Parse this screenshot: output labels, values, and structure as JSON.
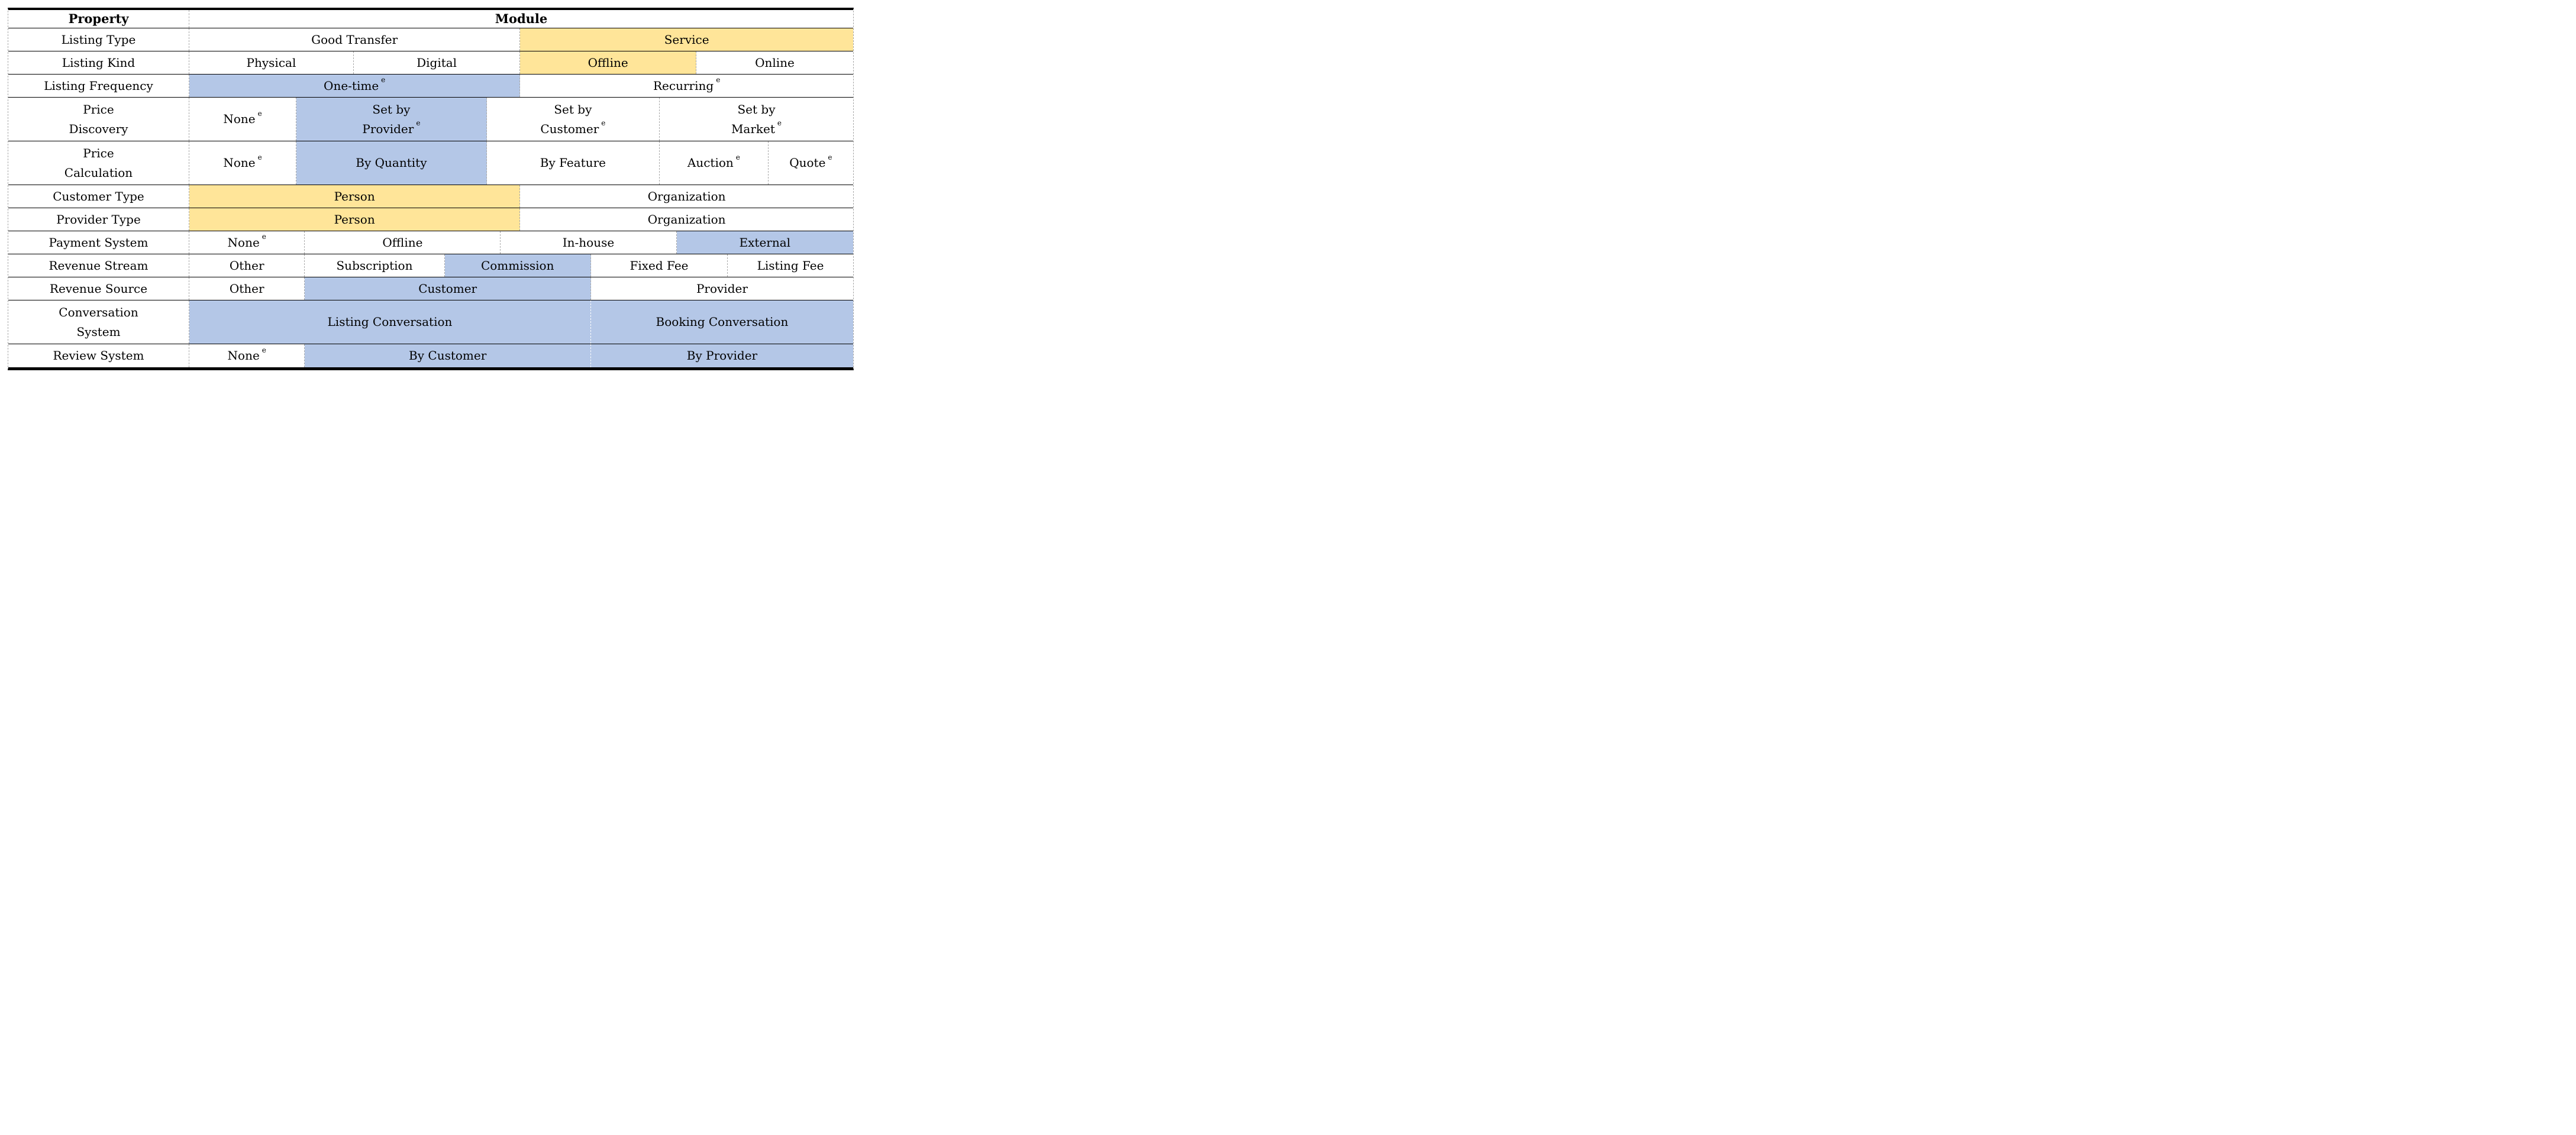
{
  "colors": {
    "blue": "#B4C7E7",
    "yellow": "#FFE599",
    "grid_line": "#000000",
    "dash_gray": "#a8a8a8",
    "dash_on_tint": "#ffffff"
  },
  "table": {
    "header": {
      "property_label": "Property",
      "module_label": "Module"
    },
    "rows": [
      {
        "property": {
          "lines": [
            {
              "text": "Listing Type"
            }
          ]
        },
        "cells": [
          {
            "lines": [
              {
                "text": "Good Transfer"
              }
            ],
            "bg": "white",
            "w": 0.4985
          },
          {
            "lines": [
              {
                "text": "Service"
              }
            ],
            "bg": "yellow",
            "w": 0.5015
          }
        ]
      },
      {
        "property": {
          "lines": [
            {
              "text": "Listing Kind"
            }
          ]
        },
        "cells": [
          {
            "lines": [
              {
                "text": "Physical"
              }
            ],
            "bg": "white",
            "w": 0.2477
          },
          {
            "lines": [
              {
                "text": "Digital"
              }
            ],
            "bg": "white",
            "w": 0.2508
          },
          {
            "lines": [
              {
                "text": "Offline"
              }
            ],
            "bg": "yellow",
            "w": 0.2653
          },
          {
            "lines": [
              {
                "text": "Online"
              }
            ],
            "bg": "white",
            "w": 0.2362
          }
        ]
      },
      {
        "property": {
          "lines": [
            {
              "text": "Listing Frequency"
            }
          ]
        },
        "cells": [
          {
            "lines": [
              {
                "text": "One-time",
                "sup": "e"
              }
            ],
            "bg": "blue",
            "w": 0.4985
          },
          {
            "lines": [
              {
                "text": "Recurring",
                "sup": "e"
              }
            ],
            "bg": "white",
            "w": 0.5015
          }
        ]
      },
      {
        "property": {
          "lines": [
            {
              "text": "Price"
            },
            {
              "text": "Discovery"
            }
          ]
        },
        "cells": [
          {
            "lines": [
              {
                "text": "None",
                "sup": "e"
              }
            ],
            "bg": "white",
            "w": 0.1614
          },
          {
            "lines": [
              {
                "text": "Set by"
              },
              {
                "text": "Provider",
                "sup": "e"
              }
            ],
            "bg": "blue",
            "w": 0.2867
          },
          {
            "lines": [
              {
                "text": "Set by"
              },
              {
                "text": "Customer",
                "sup": "e"
              }
            ],
            "bg": "white",
            "w": 0.2605
          },
          {
            "lines": [
              {
                "text": "Set by"
              },
              {
                "text": "Market",
                "sup": "e"
              }
            ],
            "bg": "white",
            "w": 0.2914
          }
        ]
      },
      {
        "property": {
          "lines": [
            {
              "text": "Price"
            },
            {
              "text": "Calculation"
            }
          ]
        },
        "cells": [
          {
            "lines": [
              {
                "text": "None",
                "sup": "e"
              }
            ],
            "bg": "white",
            "w": 0.1614
          },
          {
            "lines": [
              {
                "text": "By Quantity"
              }
            ],
            "bg": "blue",
            "w": 0.2867
          },
          {
            "lines": [
              {
                "text": "By Feature"
              }
            ],
            "bg": "white",
            "w": 0.2605
          },
          {
            "lines": [
              {
                "text": "Auction",
                "sup": "e"
              }
            ],
            "bg": "white",
            "w": 0.1638
          },
          {
            "lines": [
              {
                "text": "Quote",
                "sup": "e"
              }
            ],
            "bg": "white",
            "w": 0.1276
          }
        ]
      },
      {
        "property": {
          "lines": [
            {
              "text": "Customer Type"
            }
          ]
        },
        "cells": [
          {
            "lines": [
              {
                "text": "Person"
              }
            ],
            "bg": "yellow",
            "w": 0.4985
          },
          {
            "lines": [
              {
                "text": "Organization"
              }
            ],
            "bg": "white",
            "w": 0.5015
          }
        ]
      },
      {
        "property": {
          "lines": [
            {
              "text": "Provider Type"
            }
          ]
        },
        "cells": [
          {
            "lines": [
              {
                "text": "Person"
              }
            ],
            "bg": "yellow",
            "w": 0.4985
          },
          {
            "lines": [
              {
                "text": "Organization"
              }
            ],
            "bg": "white",
            "w": 0.5015
          }
        ]
      },
      {
        "property": {
          "lines": [
            {
              "text": "Payment System"
            }
          ]
        },
        "cells": [
          {
            "lines": [
              {
                "text": "None",
                "sup": "e"
              }
            ],
            "bg": "white",
            "w": 0.1742
          },
          {
            "lines": [
              {
                "text": "Offline"
              }
            ],
            "bg": "white",
            "w": 0.2949
          },
          {
            "lines": [
              {
                "text": "In-house"
              }
            ],
            "bg": "white",
            "w": 0.265
          },
          {
            "lines": [
              {
                "text": "External"
              }
            ],
            "bg": "blue",
            "w": 0.2659
          }
        ]
      },
      {
        "property": {
          "lines": [
            {
              "text": "Revenue Stream"
            }
          ]
        },
        "cells": [
          {
            "lines": [
              {
                "text": "Other"
              }
            ],
            "bg": "white",
            "w": 0.1742
          },
          {
            "lines": [
              {
                "text": "Subscription"
              }
            ],
            "bg": "white",
            "w": 0.2104
          },
          {
            "lines": [
              {
                "text": "Commission"
              }
            ],
            "bg": "blue",
            "w": 0.2205
          },
          {
            "lines": [
              {
                "text": "Fixed Fee"
              }
            ],
            "bg": "white",
            "w": 0.2061
          },
          {
            "lines": [
              {
                "text": "Listing Fee"
              }
            ],
            "bg": "white",
            "w": 0.1888
          }
        ]
      },
      {
        "property": {
          "lines": [
            {
              "text": "Revenue Source"
            }
          ]
        },
        "cells": [
          {
            "lines": [
              {
                "text": "Other"
              }
            ],
            "bg": "white",
            "w": 0.1742
          },
          {
            "lines": [
              {
                "text": "Customer"
              }
            ],
            "bg": "blue",
            "w": 0.4309
          },
          {
            "lines": [
              {
                "text": "Provider"
              }
            ],
            "bg": "white",
            "w": 0.3949
          }
        ]
      },
      {
        "property": {
          "lines": [
            {
              "text": "Conversation"
            },
            {
              "text": "System"
            }
          ]
        },
        "cells": [
          {
            "lines": [
              {
                "text": "Listing Conversation"
              }
            ],
            "bg": "blue",
            "w": 0.6051
          },
          {
            "lines": [
              {
                "text": "Booking Conversation"
              }
            ],
            "bg": "blue",
            "w": 0.3949
          }
        ]
      },
      {
        "property": {
          "lines": [
            {
              "text": "Review System"
            }
          ]
        },
        "cells": [
          {
            "lines": [
              {
                "text": "None",
                "sup": "e"
              }
            ],
            "bg": "white",
            "w": 0.1742
          },
          {
            "lines": [
              {
                "text": "By Customer"
              }
            ],
            "bg": "blue",
            "w": 0.4309
          },
          {
            "lines": [
              {
                "text": "By Provider"
              }
            ],
            "bg": "blue",
            "w": 0.3949
          }
        ]
      }
    ]
  }
}
